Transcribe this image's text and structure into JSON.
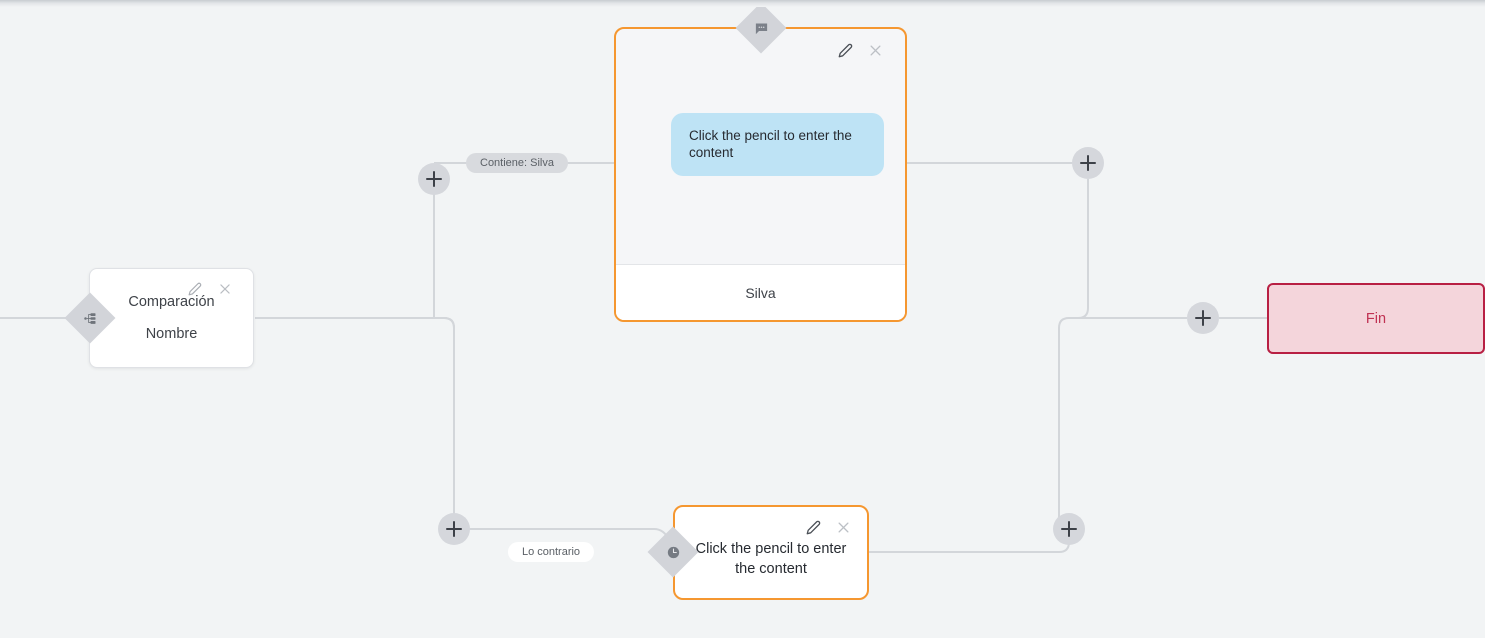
{
  "canvas": {
    "background_color": "#f2f4f5",
    "edge_color": "#d3d6da"
  },
  "nodes": {
    "compare": {
      "title": "Comparación",
      "subtitle": "Nombre",
      "port_icon": "sitemap-icon",
      "edit_icon": "pencil-icon",
      "close_icon": "close-icon"
    },
    "message_main": {
      "bubble_text": "Click the pencil to enter the content",
      "footer_label": "Silva",
      "port_icon": "chat-bubble-icon",
      "edit_icon": "pencil-icon",
      "close_icon": "close-icon",
      "border_color": "#f59730",
      "bubble_color": "#bee3f5"
    },
    "message_secondary": {
      "body_text": "Click the pencil to enter the content",
      "port_icon": "clock-icon",
      "edit_icon": "pencil-icon",
      "close_icon": "close-icon",
      "border_color": "#f59730"
    },
    "end": {
      "label": "Fin",
      "fill_color": "#f4d5db",
      "border_color": "#b81f43",
      "text_color": "#c03253"
    }
  },
  "edge_labels": {
    "contains": "Contiene: Silva",
    "otherwise": "Lo contrario"
  },
  "add_buttons": {
    "icon": "plus-icon",
    "branch_true": "add-step-branch-true",
    "branch_false": "add-step-branch-false",
    "merge_true": "add-step-merge-true",
    "merge_false": "add-step-merge-false",
    "before_end": "add-step-before-end"
  }
}
